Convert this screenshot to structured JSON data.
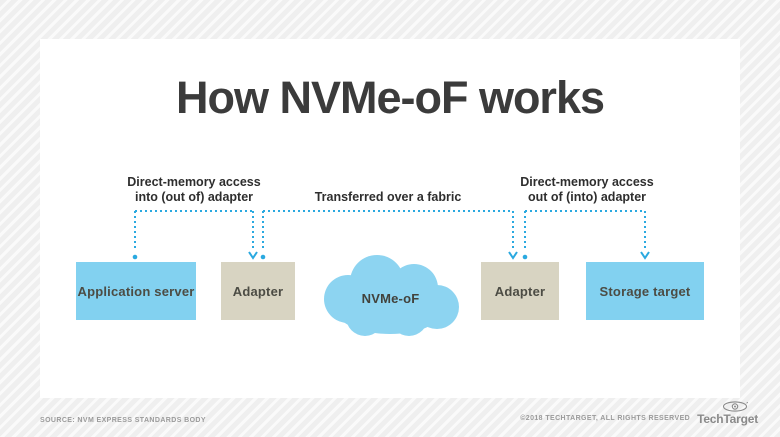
{
  "title": "How NVMe-oF works",
  "annotations": {
    "dma_in": {
      "line1": "Direct-memory access",
      "line2": "into (out of) adapter"
    },
    "fabric": "Transferred over a fabric",
    "dma_out": {
      "line1": "Direct-memory access",
      "line2": "out of (into) adapter"
    }
  },
  "nodes": {
    "app_server": {
      "label": "Application server",
      "color": "#82d1f0"
    },
    "adapter_left": {
      "label": "Adapter",
      "color": "#d8d4c2"
    },
    "cloud": {
      "label": "NVMe-oF",
      "color": "#8dd4f1"
    },
    "adapter_right": {
      "label": "Adapter",
      "color": "#d8d4c2"
    },
    "storage_target": {
      "label": "Storage target",
      "color": "#82d1f0"
    }
  },
  "footer": {
    "source": "SOURCE: NVM EXPRESS STANDARDS BODY",
    "copyright": "©2018 TECHTARGET, ALL RIGHTS RESERVED",
    "brand": "TechTarget"
  },
  "colors": {
    "connector_blue": "#2aa9e0",
    "title_gray": "#3b3b3b",
    "card_bg": "#ffffff"
  }
}
